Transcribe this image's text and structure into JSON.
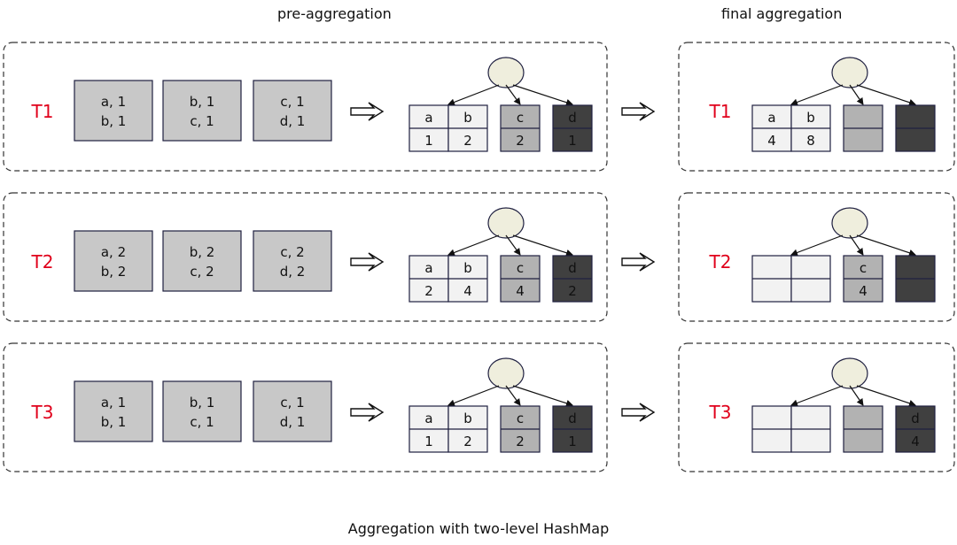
{
  "headers": {
    "pre": "pre-aggregation",
    "final": "final aggregation"
  },
  "caption": "Aggregation with two-level HashMap",
  "colors": {
    "label": "#e0001b",
    "box_fill": "#c8c8c8",
    "cell_light": "#f2f2f2",
    "cell_mid": "#b2b2b2",
    "cell_dark": "#404040",
    "root_fill": "#efeedd",
    "stroke": "#1f2040"
  },
  "rows": [
    {
      "label": "T1",
      "inputs": [
        [
          "a, 1",
          "b, 1"
        ],
        [
          "b, 1",
          "c, 1"
        ],
        [
          "c, 1",
          "d, 1"
        ]
      ],
      "pre": {
        "keys": [
          "a",
          "b",
          "c",
          "d"
        ],
        "values": [
          "1",
          "2",
          "2",
          "1"
        ]
      },
      "final": {
        "keys": [
          "a",
          "b",
          "",
          ""
        ],
        "values": [
          "4",
          "8",
          "",
          ""
        ]
      }
    },
    {
      "label": "T2",
      "inputs": [
        [
          "a, 2",
          "b, 2"
        ],
        [
          "b, 2",
          "c, 2"
        ],
        [
          "c, 2",
          "d, 2"
        ]
      ],
      "pre": {
        "keys": [
          "a",
          "b",
          "c",
          "d"
        ],
        "values": [
          "2",
          "4",
          "4",
          "2"
        ]
      },
      "final": {
        "keys": [
          "",
          "",
          "c",
          ""
        ],
        "values": [
          "",
          "",
          "4",
          ""
        ]
      }
    },
    {
      "label": "T3",
      "inputs": [
        [
          "a, 1",
          "b, 1"
        ],
        [
          "b, 1",
          "c, 1"
        ],
        [
          "c, 1",
          "d, 1"
        ]
      ],
      "pre": {
        "keys": [
          "a",
          "b",
          "c",
          "d"
        ],
        "values": [
          "1",
          "2",
          "2",
          "1"
        ]
      },
      "final": {
        "keys": [
          "",
          "",
          "",
          "d"
        ],
        "values": [
          "",
          "",
          "",
          "4"
        ]
      }
    }
  ]
}
